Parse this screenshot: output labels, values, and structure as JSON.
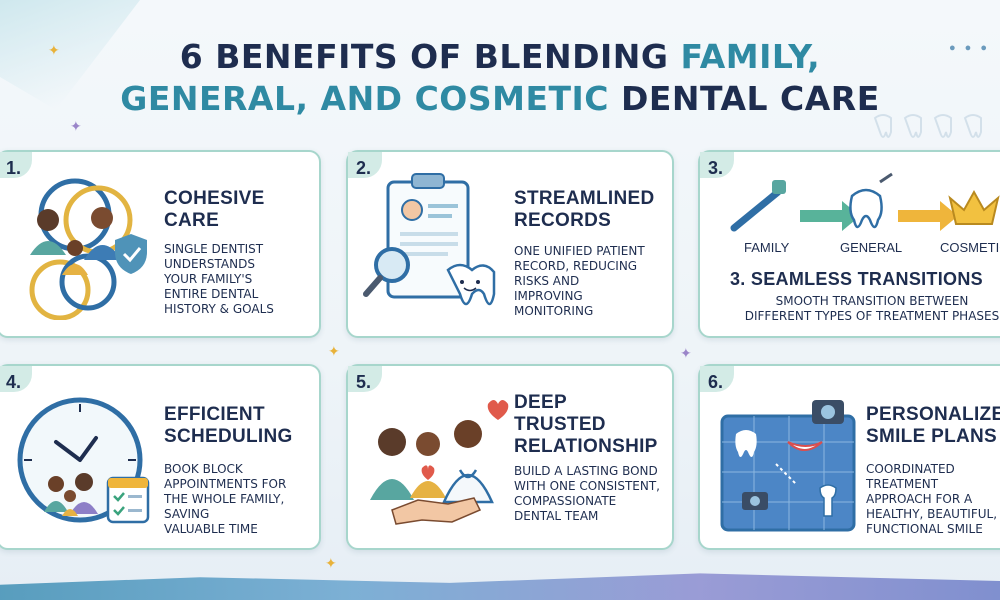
{
  "title": {
    "part1": "6 BENEFITS OF BLENDING ",
    "accent1": "FAMILY,",
    "accent2": "GENERAL, AND COSMETIC",
    "part2": " DENTAL CARE"
  },
  "cards": [
    {
      "number": "1.",
      "title_line1": "COHESIVE",
      "title_line2": "CARE",
      "desc": [
        "SINGLE DENTIST",
        "UNDERSTANDS",
        "YOUR FAMILY'S",
        "ENTIRE DENTAL",
        "HISTORY & GOALS"
      ]
    },
    {
      "number": "2.",
      "title_line1": "STREAMLINED",
      "title_line2": "RECORDS",
      "desc": [
        "ONE UNIFIED PATIENT",
        "RECORD, REDUCING",
        "RISKS AND",
        "IMPROVING",
        "MONITORING"
      ]
    },
    {
      "number": "3.",
      "steps": [
        "FAMILY",
        "GENERAL",
        "COSMETIC"
      ],
      "title": "3. SEAMLESS TRANSITIONS",
      "desc": [
        "SMOOTH TRANSITION BETWEEN",
        "DIFFERENT TYPES OF TREATMENT PHASES"
      ]
    },
    {
      "number": "4.",
      "title_line1": "EFFICIENT",
      "title_line2": "SCHEDULING",
      "desc": [
        "BOOK BLOCK",
        "APPOINTMENTS FOR",
        "THE WHOLE FAMILY,",
        "SAVING",
        "VALUABLE TIME"
      ]
    },
    {
      "number": "5.",
      "title_line1": "DEEP",
      "title_line2": "TRUSTED",
      "title_line3": "RELATIONSHIP",
      "desc": [
        "BUILD A LASTING BOND",
        "WITH ONE CONSISTENT,",
        "COMPASSIONATE",
        "DENTAL TEAM"
      ]
    },
    {
      "number": "6.",
      "title_line1": "PERSONALIZED",
      "title_line2": "SMILE PLANS",
      "desc": [
        "COORDINATED",
        "TREATMENT",
        "APPROACH FOR A",
        "HEALTHY, BEAUTIFUL,",
        "FUNCTIONAL SMILE"
      ]
    }
  ],
  "colors": {
    "teal": "#2f8aa3",
    "navy": "#1e2d4f",
    "card_border": "#a7d6cc",
    "gold": "#e8b23a"
  }
}
